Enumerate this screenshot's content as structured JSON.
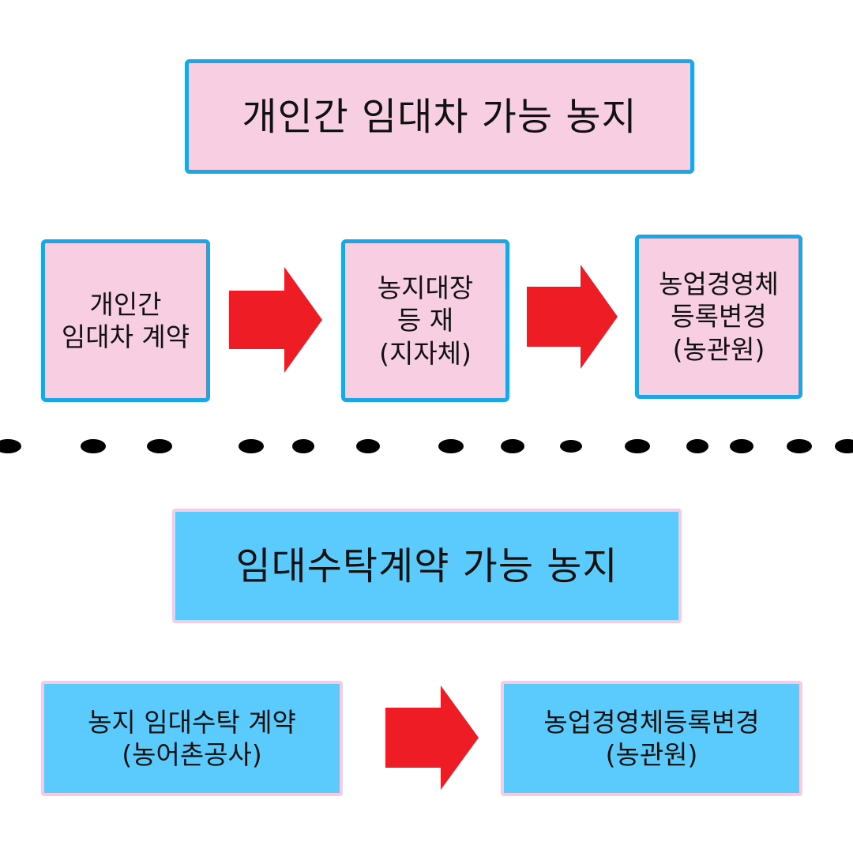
{
  "colors": {
    "arrow": "#ee1c25",
    "pink_fill": "#f8cfe2",
    "blue_border": "#1aa7e4",
    "blue_fill": "#5bcbfd",
    "pink_border": "#f4cde2",
    "divider": "#000000"
  },
  "section1": {
    "title": "개인간 임대차 가능 농지",
    "steps": [
      {
        "lines": [
          "개인간",
          "임대차 계약"
        ]
      },
      {
        "lines": [
          "농지대장",
          "등 재",
          "(지자체)"
        ]
      },
      {
        "lines": [
          "농업경영체",
          "등록변경",
          "(농관원)"
        ]
      }
    ]
  },
  "section2": {
    "title": "임대수탁계약 가능 농지",
    "steps": [
      {
        "lines": [
          "농지 임대수탁 계약",
          "(농어촌공사)"
        ]
      },
      {
        "lines": [
          "농업경영체등록변경",
          "(농관원)"
        ]
      }
    ]
  }
}
